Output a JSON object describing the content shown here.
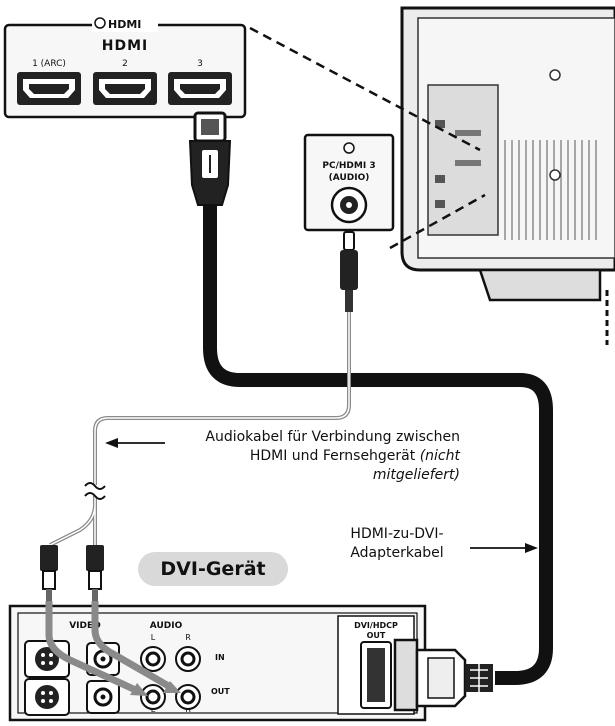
{
  "hdmi_panel": {
    "header": "HDMI",
    "logo": "HDMI",
    "ports": [
      {
        "label": "1 (ARC)"
      },
      {
        "label": "2"
      },
      {
        "label": "3"
      }
    ]
  },
  "audio_jack": {
    "label_line1": "PC/HDMI 3",
    "label_line2": "(AUDIO)"
  },
  "captions": {
    "audio_cable_line1": "Audiokabel für Verbindung zwischen",
    "audio_cable_line2": "HDMI und Fernsehgerät ",
    "audio_cable_line2_italic": "(nicht",
    "audio_cable_line3": "mitgeliefert)",
    "adapter_cable_line1": "HDMI-zu-DVI-",
    "adapter_cable_line2": "Adapterkabel"
  },
  "device": {
    "name": "DVI-Gerät",
    "video_label": "VIDEO",
    "audio_label": "AUDIO",
    "l_label": "L",
    "r_label": "R",
    "in_label": "IN",
    "out_label": "OUT",
    "dvi_label": "DVI/HDCP",
    "dvi_sub_label": "OUT"
  },
  "colors": {
    "cable_black": "#111111",
    "panel_outline": "#111111",
    "callout_pill": "#d9d9d9",
    "audio_wire_gray": "#8a8a8a"
  }
}
